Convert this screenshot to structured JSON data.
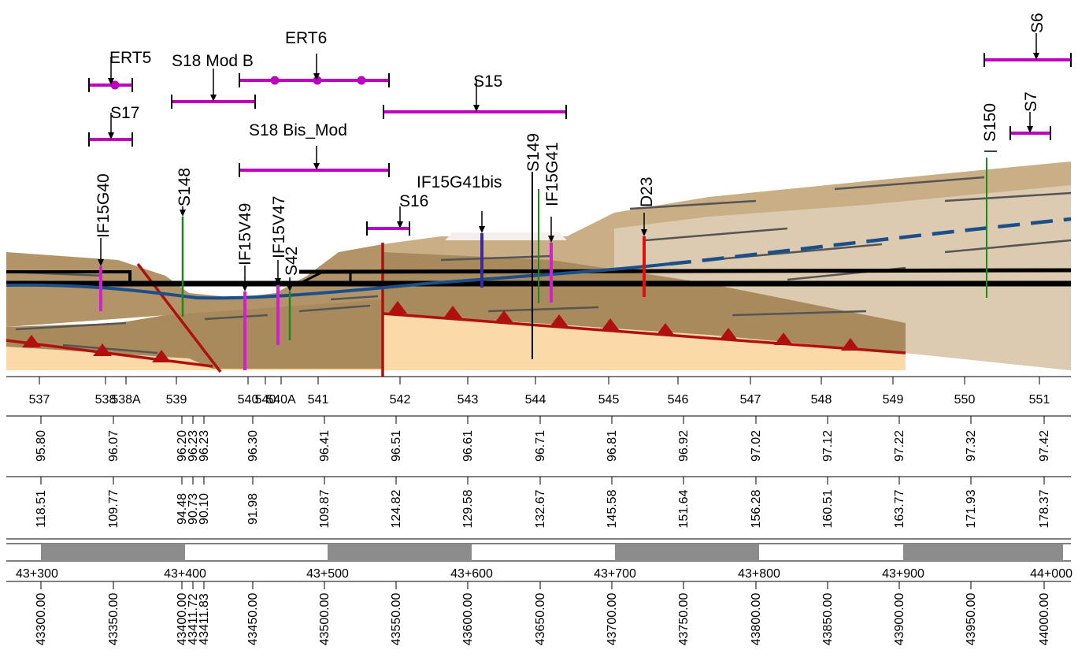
{
  "colors": {
    "probe_bar": "#c000c0",
    "borehole_green": "#1a8a1a",
    "borehole_magenta": "#d020d0",
    "borehole_blue": "#3a2aa0",
    "borehole_red": "#e01010",
    "fault_red": "#b01010",
    "water_table_blue": "#1a4f8a",
    "gallery_black": "#000000",
    "soil_brown": "#a88a5c",
    "soil_tan": "#c9ae86",
    "soil_light": "#dccbb0",
    "bedrock_peach": "#fbd9a8",
    "scale_grey": "#8c8c8c"
  },
  "probes": [
    {
      "label": "ERT5",
      "marker": "arrow"
    },
    {
      "label": "S17",
      "marker": "arrow"
    },
    {
      "label": "S18 Mod B",
      "marker": "arrow"
    },
    {
      "label": "ERT6",
      "marker": "arrow"
    },
    {
      "label": "S18 Bis_Mod",
      "marker": "arrow"
    },
    {
      "label": "S15",
      "marker": "arrow"
    },
    {
      "label": "S16",
      "marker": "arrow"
    },
    {
      "label": "S6",
      "marker": "arrow"
    },
    {
      "label": "S7",
      "marker": "arrow"
    },
    {
      "label": "S150",
      "marker": "arrow"
    }
  ],
  "boreholes": [
    {
      "label": "IF15G40",
      "color": "magenta"
    },
    {
      "label": "S148",
      "color": "green"
    },
    {
      "label": "IF15V49",
      "color": "magenta"
    },
    {
      "label": "IF15V47",
      "color": "magenta"
    },
    {
      "label": "S42",
      "color": "green"
    },
    {
      "label": "IF15G41bis",
      "color": "blue"
    },
    {
      "label": "S149",
      "color": "black"
    },
    {
      "label": "IF15G41",
      "color": "magenta"
    },
    {
      "label": "D23",
      "color": "red"
    }
  ],
  "table": {
    "row1": [
      "537",
      "538",
      "538A",
      "539",
      "540",
      "540",
      "540A",
      "541",
      "542",
      "543",
      "544",
      "545",
      "546",
      "547",
      "548",
      "549",
      "550",
      "551"
    ],
    "row2": [
      "95.80",
      "96.07",
      "96.20",
      "96.23",
      "96.23",
      "96.30",
      "96.41",
      "96.51",
      "96.61",
      "96.71",
      "96.81",
      "96.92",
      "97.02",
      "97.12",
      "97.22",
      "97.32",
      "97.42"
    ],
    "row3": [
      "118.51",
      "109.77",
      "94.48",
      "90.73",
      "90.10",
      "91.98",
      "109.87",
      "124.82",
      "129.58",
      "132.67",
      "145.58",
      "151.64",
      "156.28",
      "160.51",
      "163.77",
      "171.93",
      "178.37"
    ],
    "row4": [
      "43+300",
      "43+400",
      "43+500",
      "43+600",
      "43+700",
      "43+800",
      "43+900",
      "44+000"
    ],
    "row5": [
      "43300.00",
      "43350.00",
      "43400.00",
      "43411.72",
      "43411.83",
      "43450.00",
      "43500.00",
      "43550.00",
      "43600.00",
      "43650.00",
      "43700.00",
      "43750.00",
      "43800.00",
      "43850.00",
      "43900.00",
      "43950.00",
      "44000.00"
    ]
  }
}
